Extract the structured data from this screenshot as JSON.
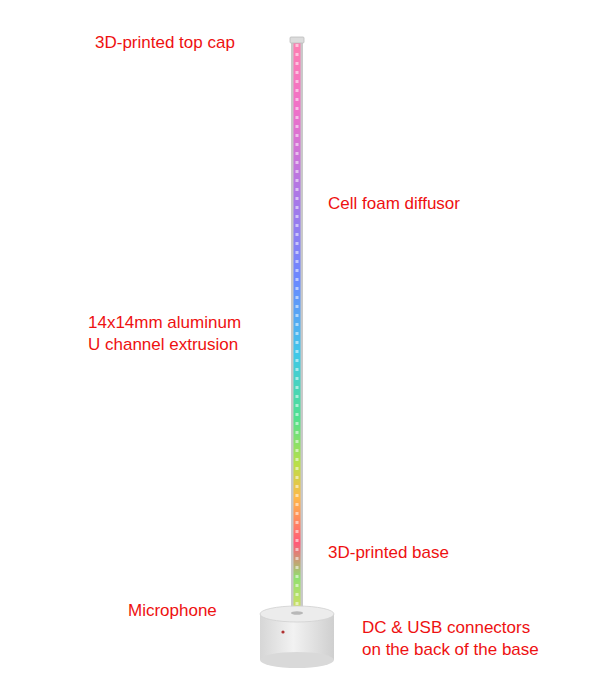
{
  "diagram": {
    "labels": [
      "3D-printed top cap",
      "Cell foam diffusor",
      "14x14mm aluminum U channel extrusion",
      "3D-printed base",
      "Microphone",
      "DC & USB connectors on the back of the base"
    ]
  }
}
